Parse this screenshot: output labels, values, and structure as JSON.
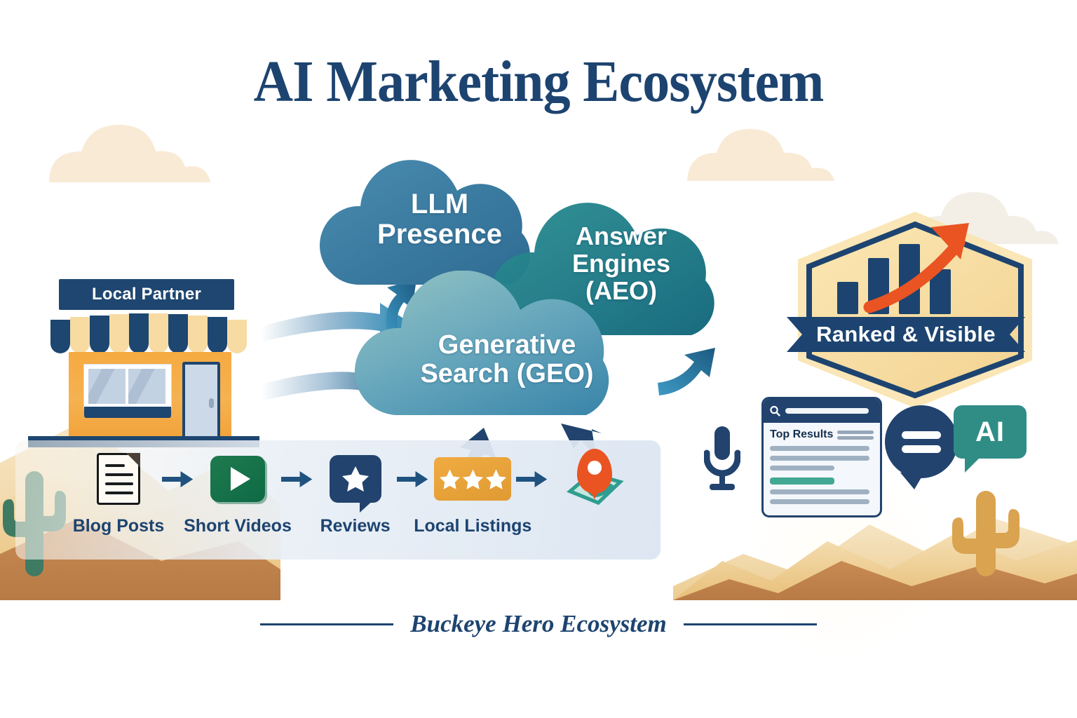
{
  "title": "AI Marketing Ecosystem",
  "footer": {
    "text": "Buckeye Hero Ecosystem"
  },
  "storefront": {
    "sign_label": "Local Partner"
  },
  "clouds": [
    {
      "id": "llm",
      "label": "LLM\nPresence",
      "color": "#3c7fa5"
    },
    {
      "id": "aeo",
      "label": "Answer\nEngines\n(AEO)",
      "color": "#1a7a8a"
    },
    {
      "id": "geo",
      "label": "Generative\nSearch (GEO)",
      "color": "#5b9db5"
    }
  ],
  "content_chain": {
    "items": [
      {
        "icon": "document-icon",
        "label": "Blog Posts"
      },
      {
        "icon": "play-video-icon",
        "label": "Short Videos"
      },
      {
        "icon": "review-bubble-star-icon",
        "label": "Reviews"
      },
      {
        "icon": "three-star-rating-icon",
        "label": "Local Listings"
      },
      {
        "icon": "map-pin-icon",
        "label": ""
      }
    ]
  },
  "badge": {
    "ribbon_label": "Ranked & Visible",
    "bar_values": [
      34,
      66,
      88,
      52
    ],
    "accent_color": "#ea5423",
    "fill_color": "#f6dfa4",
    "outline_color": "#1d4470"
  },
  "search_card": {
    "header_label": "Top Results",
    "result_lines": 5
  },
  "ai_bubble": {
    "label": "AI"
  },
  "palette": {
    "navy": "#1d4470",
    "orange": "#ea5423",
    "teal": "#2f8d86",
    "gold": "#f0ab41",
    "sand": "#edc57f"
  }
}
